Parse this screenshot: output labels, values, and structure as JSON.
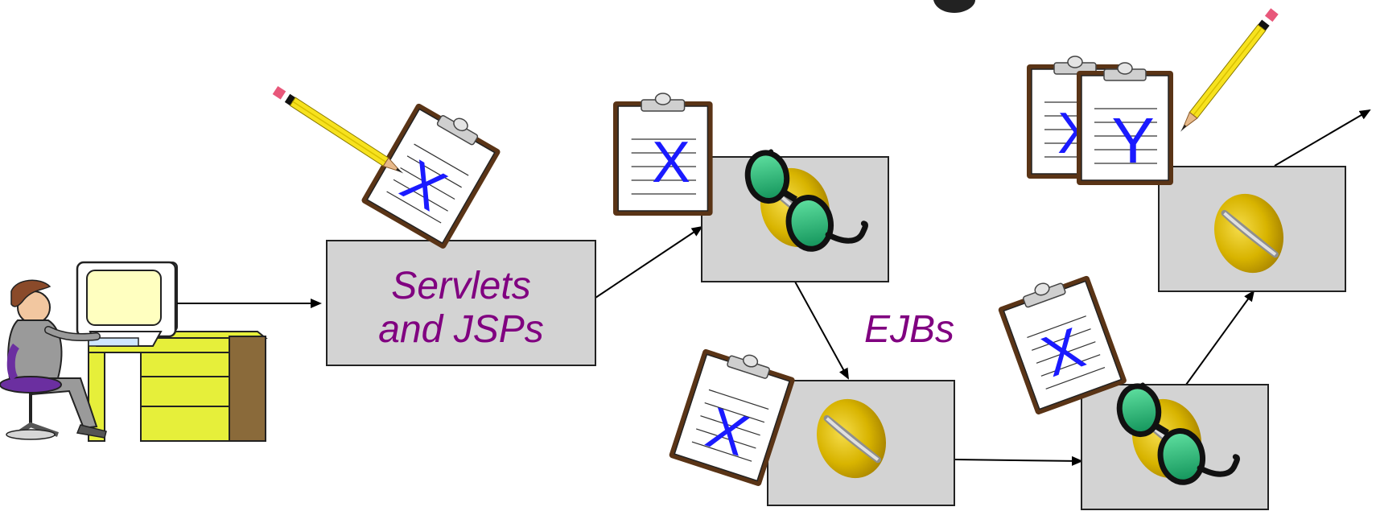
{
  "diagram": {
    "servlet_box": {
      "line1": "Servlets",
      "line2": "and JSPs"
    },
    "ejb_label": "EJBs",
    "clipboards": {
      "clip1": "X",
      "clip2": "X",
      "clip3": "X",
      "clip4": "X",
      "clip5_back": "X",
      "clip5_front": "Y"
    },
    "colors": {
      "box_fill": "#d3d3d3",
      "label": "#800080",
      "letter": "#1a1aff",
      "arrow": "#000000",
      "bean": "#d4b000",
      "lens": "#2eb872",
      "desk": "#e6ef3a"
    },
    "icons": [
      "person-at-computer-icon",
      "clipboard-icon",
      "pencil-icon",
      "sunglasses-icon",
      "coffee-bean-icon"
    ]
  }
}
